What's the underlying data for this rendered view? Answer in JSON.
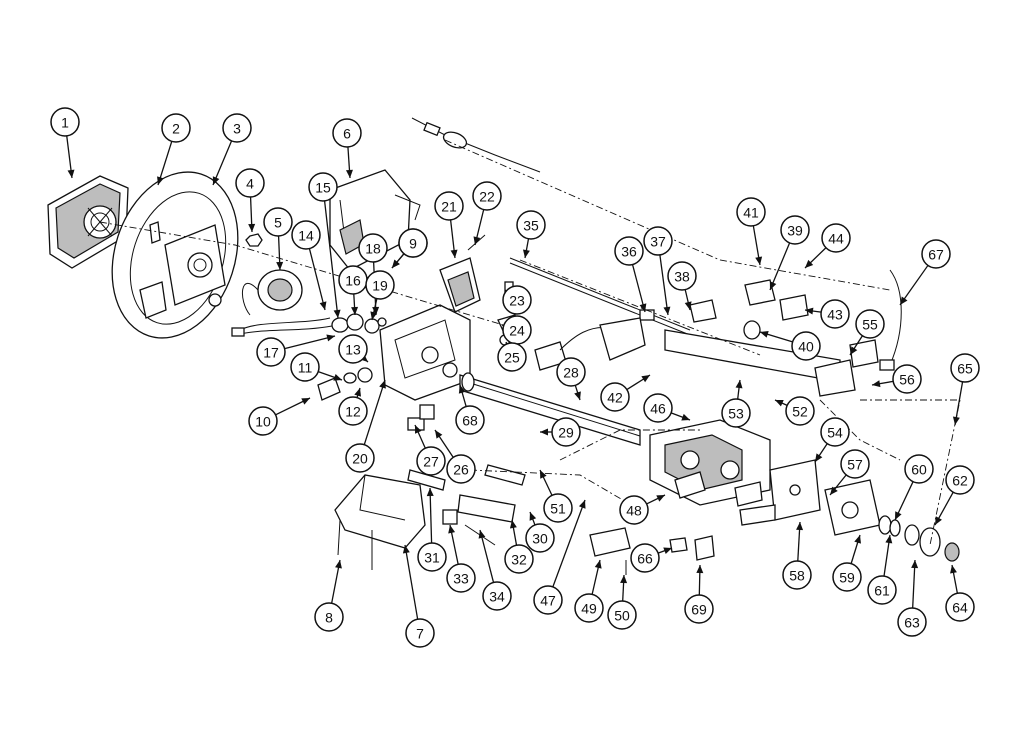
{
  "callouts": [
    {
      "label": "1"
    },
    {
      "label": "2"
    },
    {
      "label": "3"
    },
    {
      "label": "4"
    },
    {
      "label": "5"
    },
    {
      "label": "6"
    },
    {
      "label": "7"
    },
    {
      "label": "8"
    },
    {
      "label": "8"
    },
    {
      "label": "9"
    },
    {
      "label": "10"
    },
    {
      "label": "11"
    },
    {
      "label": "12"
    },
    {
      "label": "13"
    },
    {
      "label": "14"
    },
    {
      "label": "15"
    },
    {
      "label": "16"
    },
    {
      "label": "17"
    },
    {
      "label": "18"
    },
    {
      "label": "19"
    },
    {
      "label": "20"
    },
    {
      "label": "21"
    },
    {
      "label": "22"
    },
    {
      "label": "23"
    },
    {
      "label": "24"
    },
    {
      "label": "25"
    },
    {
      "label": "26"
    },
    {
      "label": "27"
    },
    {
      "label": "28"
    },
    {
      "label": "29"
    },
    {
      "label": "30"
    },
    {
      "label": "31"
    },
    {
      "label": "32"
    },
    {
      "label": "33"
    },
    {
      "label": "34"
    },
    {
      "label": "35"
    },
    {
      "label": "36"
    },
    {
      "label": "37"
    },
    {
      "label": "38"
    },
    {
      "label": "39"
    },
    {
      "label": "40"
    },
    {
      "label": "41"
    },
    {
      "label": "42"
    },
    {
      "label": "43"
    },
    {
      "label": "44"
    },
    {
      "label": "46"
    },
    {
      "label": "47"
    },
    {
      "label": "48"
    },
    {
      "label": "49"
    },
    {
      "label": "50"
    },
    {
      "label": "51"
    },
    {
      "label": "52"
    },
    {
      "label": "53"
    },
    {
      "label": "54"
    },
    {
      "label": "55"
    },
    {
      "label": "56"
    },
    {
      "label": "57"
    },
    {
      "label": "58"
    },
    {
      "label": "59"
    },
    {
      "label": "60"
    },
    {
      "label": "61"
    },
    {
      "label": "62"
    },
    {
      "label": "63"
    },
    {
      "label": "64"
    },
    {
      "label": "65"
    },
    {
      "label": "66"
    },
    {
      "label": "67"
    },
    {
      "label": "68"
    },
    {
      "label": "69"
    }
  ]
}
